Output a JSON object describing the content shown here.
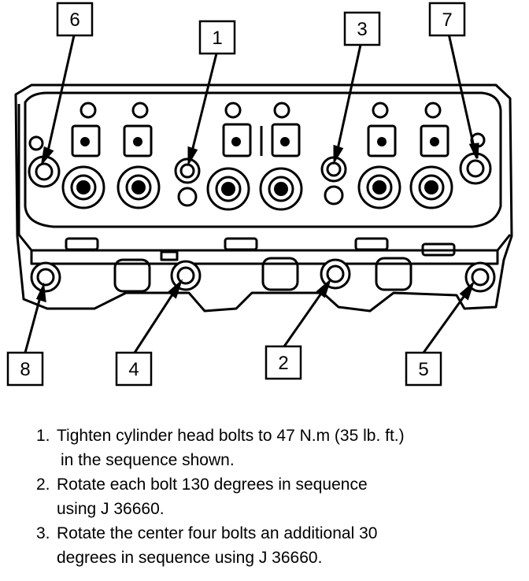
{
  "callouts": [
    "1",
    "2",
    "3",
    "4",
    "5",
    "6",
    "7",
    "8"
  ],
  "steps": [
    {
      "num": "1.",
      "lines": [
        "Tighten cylinder head bolts to 47 N.m (35 lb. ft.)",
        "in the sequence shown."
      ]
    },
    {
      "num": "2.",
      "lines": [
        "Rotate each bolt 130 degrees in sequence",
        "using J 36660."
      ]
    },
    {
      "num": "3.",
      "lines": [
        "Rotate the center four bolts an additional 30",
        "degrees in sequence using J 36660."
      ]
    }
  ]
}
